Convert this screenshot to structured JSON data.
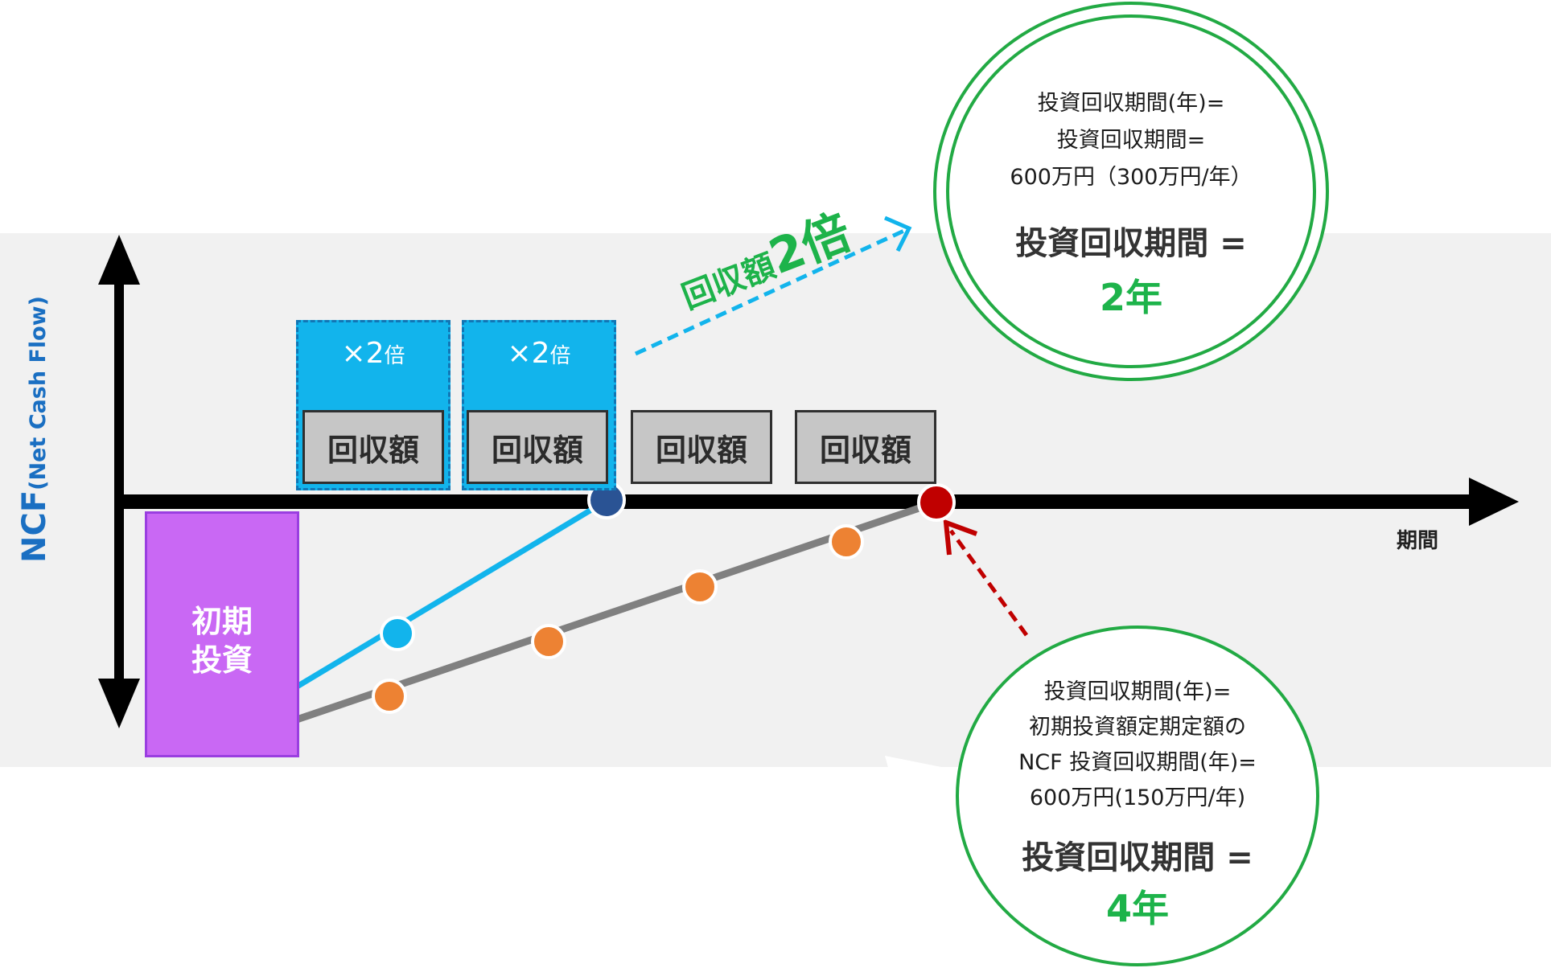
{
  "axes": {
    "y_label_main": "NCF",
    "y_label_sub": "(Net Cash Flow)",
    "x_label": "期間"
  },
  "initial_investment_label_line1": "初期",
  "initial_investment_label_line2": "投資",
  "recovery_box_label": "回収額",
  "multiplier_label": "×2",
  "multiplier_suffix": "倍",
  "bonus_label_text": "回収額",
  "bonus_label_emph": "2倍",
  "top_circle": {
    "line1": "投資回収期間(年)=",
    "line2": "投資回収期間=",
    "line3": "600万円（300万円/年）",
    "result": "投資回収期間 =",
    "years": "2年"
  },
  "bottom_circle": {
    "line1": "投資回収期間(年)=",
    "line2": "初期投資額定期定額の",
    "line3": "NCF 投資回収期間(年)=",
    "line4": "600万円(150万円/年)",
    "result": "投資回収期間 =",
    "years": "4年"
  },
  "colors": {
    "accent_blue": "#12b4ec",
    "line_grey": "#808080",
    "orange_point": "#ed8233",
    "dark_blue_point": "#2a5394",
    "red_point": "#c00000",
    "green": "#22aa44",
    "purple": "#c968f4"
  }
}
